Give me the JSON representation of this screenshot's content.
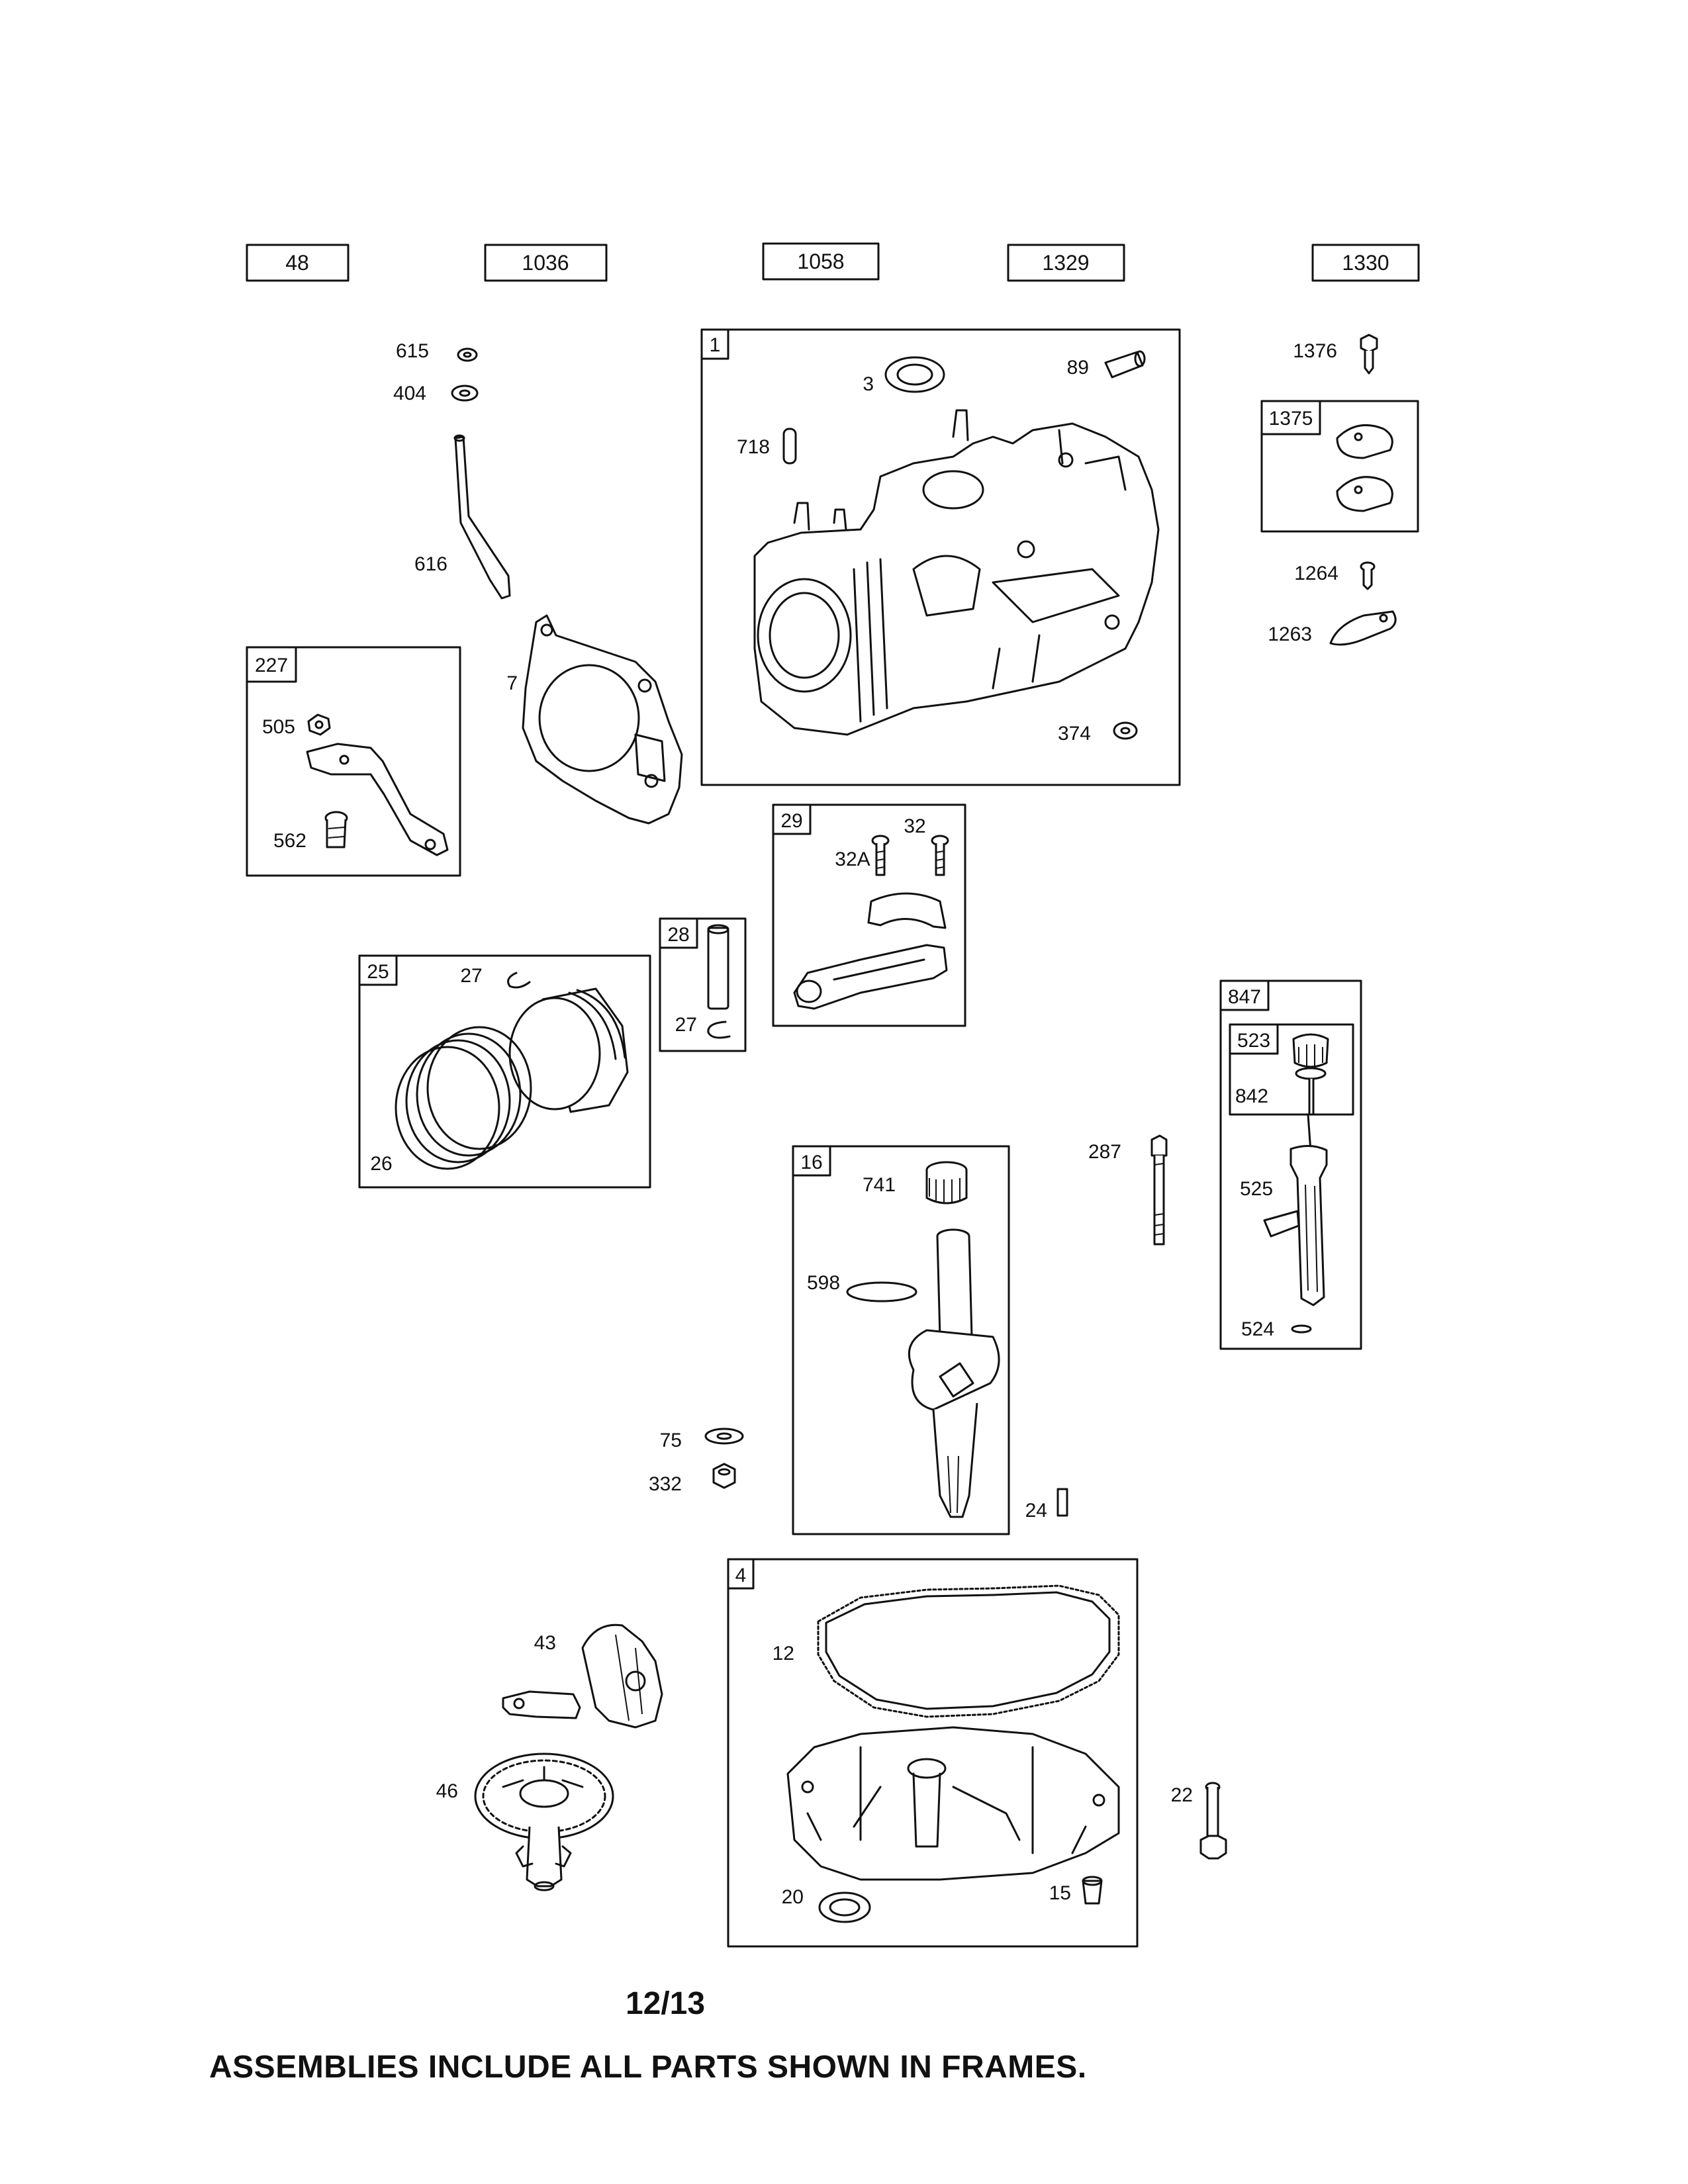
{
  "header_boxes": [
    "48",
    "1036",
    "1058",
    "1329",
    "1330"
  ],
  "frames": {
    "f1": "1",
    "f1375": "1375",
    "f227": "227",
    "f29": "29",
    "f28": "28",
    "f25": "25",
    "f847": "847",
    "f523": "523",
    "f16": "16",
    "f4": "4"
  },
  "parts": {
    "p615": "615",
    "p404": "404",
    "p616": "616",
    "p7": "7",
    "p3": "3",
    "p89": "89",
    "p718": "718",
    "p374": "374",
    "p1376": "1376",
    "p1264": "1264",
    "p1263": "1263",
    "p505": "505",
    "p562": "562",
    "p32": "32",
    "p32A": "32A",
    "p27a": "27",
    "p27b": "27",
    "p26": "26",
    "p287": "287",
    "p842": "842",
    "p525": "525",
    "p524": "524",
    "p741": "741",
    "p598": "598",
    "p24": "24",
    "p75": "75",
    "p332": "332",
    "p43": "43",
    "p46": "46",
    "p12": "12",
    "p20": "20",
    "p15": "15",
    "p22": "22"
  },
  "footer": {
    "page": "12/13",
    "note": "ASSEMBLIES INCLUDE ALL PARTS SHOWN IN FRAMES."
  }
}
